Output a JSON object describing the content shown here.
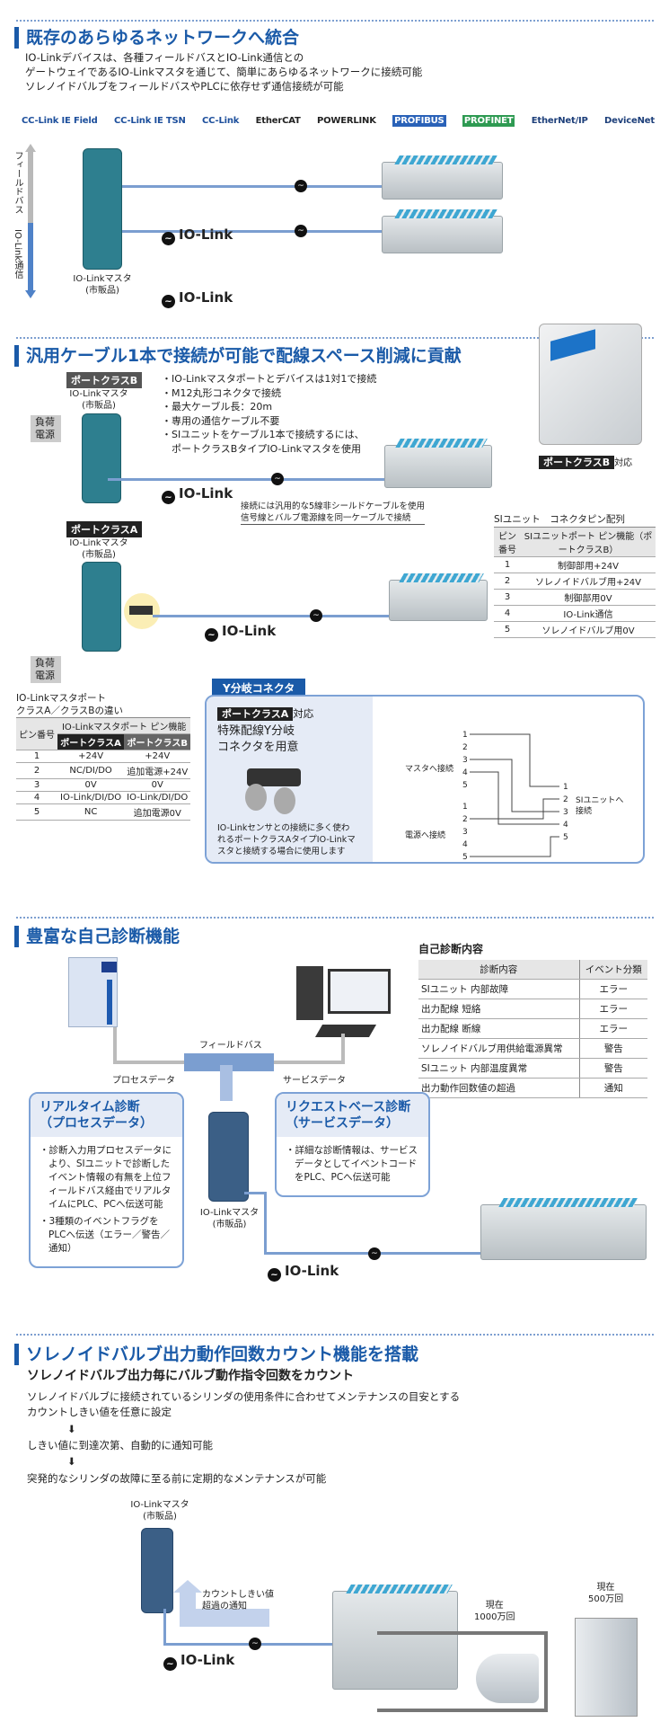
{
  "s1": {
    "title": "既存のあらゆるネットワークへ統合",
    "lines": [
      "IO-Linkデバイスは、各種フィールドバスとIO-Link通信との",
      "ゲートウェイであるIO-Linkマスタを通じて、簡単にあらゆるネットワークに接続可能",
      "ソレノイドバルブをフィールドバスやPLCに依存せず通信接続が可能"
    ],
    "logos": [
      "CC-Link IE Field",
      "CC-Link IE TSN",
      "CC-Link",
      "EtherCAT",
      "POWERLINK",
      "PROFIBUS",
      "PROFINET",
      "EtherNet/IP",
      "DeviceNet"
    ],
    "axis_top": "フィールドバス",
    "axis_bottom": "IO-Link通信",
    "master": "IO-Linkマスタ",
    "master_sub": "(市販品)",
    "iolink": "IO-Link"
  },
  "s2": {
    "title": "汎用ケーブル1本で接続が可能で配線スペース削減に貢献",
    "class_b": "ポートクラスB",
    "class_a": "ポートクラスA",
    "master": "IO-Linkマスタ",
    "master_sub": "(市販品)",
    "load_power": "負荷電源",
    "bullets": [
      "・IO-Linkマスタポートとデバイスは1対1で接続",
      "・M12丸形コネクタで接続",
      "・最大ケーブル長：20m",
      "・専用の通信ケーブル不要",
      "・SIユニットをケーブル1本で接続するには、",
      "　ポートクラスBタイプIO-Linkマスタを使用"
    ],
    "note": [
      "接続には汎用的な5線非シールドケーブルを使用",
      "信号線とバルブ電源線を同一ケーブルで接続"
    ],
    "product_tag": "ポートクラスB",
    "product_suffix": "対応",
    "iolink": "IO-Link",
    "si_table": {
      "title": "SIユニット　コネクタピン配列",
      "h1": "ピン番号",
      "h2": "SIユニットポート ピン機能（ポートクラスB）",
      "rows": [
        [
          "1",
          "制御部用+24V"
        ],
        [
          "2",
          "ソレノイドバルブ用+24V"
        ],
        [
          "3",
          "制御部用0V"
        ],
        [
          "4",
          "IO-Link通信"
        ],
        [
          "5",
          "ソレノイドバルブ用0V"
        ]
      ]
    },
    "diff_table": {
      "title1": "IO-Linkマスタポート",
      "title2": "クラスA／クラスBの違い",
      "h1": "ピン番号",
      "h2": "IO-Linkマスタポート ピン機能",
      "ha": "ポートクラスA",
      "hb": "ポートクラスB",
      "rows": [
        [
          "1",
          "+24V",
          "+24V"
        ],
        [
          "2",
          "NC/DI/DO",
          "追加電源+24V"
        ],
        [
          "3",
          "0V",
          "0V"
        ],
        [
          "4",
          "IO-Link/DI/DO",
          "IO-Link/DI/DO"
        ],
        [
          "5",
          "NC",
          "追加電源0V"
        ]
      ]
    },
    "y": {
      "tab": "Y分岐コネクタ",
      "tag": "ポートクラスA",
      "tag_suffix": "対応",
      "head": [
        "特殊配線Y分岐",
        "コネクタを用意"
      ],
      "desc": [
        "IO-Linkセンサとの接続に多く使わ",
        "れるポートクラスAタイプIO-Linkマ",
        "スタと接続する場合に使用します"
      ],
      "to_master": "マスタへ接続",
      "to_power": "電源へ接続",
      "to_si": [
        "SIユニットへ",
        "接続"
      ],
      "pins": [
        "1",
        "2",
        "3",
        "4",
        "5"
      ]
    }
  },
  "s3": {
    "title": "豊富な自己診断機能",
    "table_title": "自己診断内容",
    "h1": "診断内容",
    "h2": "イベント分類",
    "rows": [
      [
        "SIユニット 内部故障",
        "エラー"
      ],
      [
        "出力配線 短絡",
        "エラー"
      ],
      [
        "出力配線 断線",
        "エラー"
      ],
      [
        "ソレノイドバルブ用供給電源異常",
        "警告"
      ],
      [
        "SIユニット 内部温度異常",
        "警告"
      ],
      [
        "出力動作回数値の超過",
        "通知"
      ]
    ],
    "fieldbus": "フィールドバス",
    "process": "プロセスデータ",
    "service": "サービスデータ",
    "left_head": [
      "リアルタイム診断",
      "（プロセスデータ）"
    ],
    "left_items": [
      "・診断入力用プロセスデータにより、SIユニットで診断したイベント情報の有無を上位フィールドバス経由でリアルタイムにPLC、PCへ伝送可能",
      "・3種類のイベントフラグをPLCへ伝送（エラー／警告／通知）"
    ],
    "right_head": [
      "リクエストベース診断",
      "（サービスデータ）"
    ],
    "right_items": [
      "・詳細な診断情報は、サービスデータとしてイベントコードをPLC、PCへ伝送可能"
    ],
    "master": "IO-Linkマスタ",
    "master_sub": "(市販品)",
    "iolink": "IO-Link"
  },
  "s4": {
    "title": "ソレノイドバルブ出力動作回数カウント機能を搭載",
    "sub": "ソレノイドバルブ出力毎にバルブ動作指令回数をカウント",
    "l1": "ソレノイドバルブに接続されているシリンダの使用条件に合わせてメンテナンスの目安とする",
    "l2": "カウントしきい値を任意に設定",
    "arrow": "⬇",
    "l3": "しきい値に到達次第、自動的に通知可能",
    "l4": "突発的なシリンダの故障に至る前に定期的なメンテナンスが可能",
    "master": "IO-Linkマスタ",
    "master_sub": "(市販品)",
    "notice": [
      "カウントしきい値",
      "超過の通知"
    ],
    "c1": [
      "現在",
      "1000万回"
    ],
    "c2": [
      "現在",
      "500万回"
    ],
    "iolink": "IO-Link"
  },
  "colors": {
    "accent": "#1a5aa8",
    "line": "#7b9ed0"
  }
}
